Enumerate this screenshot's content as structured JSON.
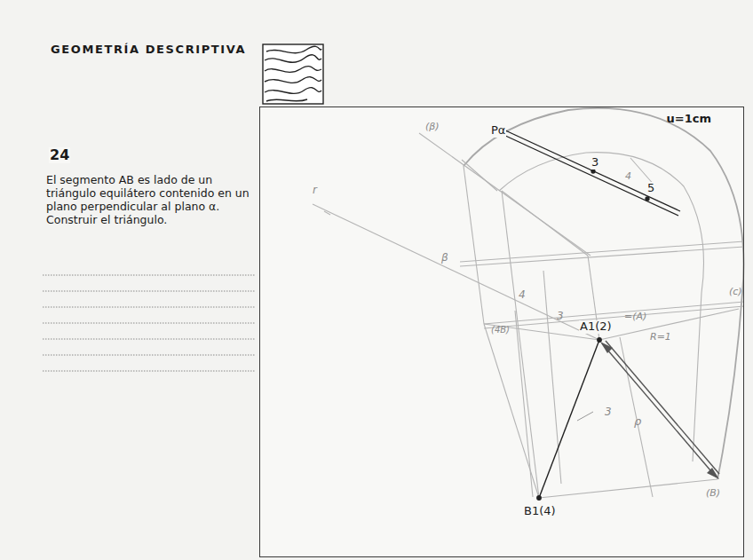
{
  "diagram": {
    "title": "GEOMETRÍA DESCRIPTIVA",
    "nodes": [
      {
        "text": [
          "u=1cm"
        ]
      }
    ],
    "labels": [
      "24",
      "El segmento AB es lado de un triángulo equilátero contenido en un plano perpendicular al plano α. Construir el triángulo.",
      "Pα",
      "3",
      "5",
      "4",
      "(β)",
      "r",
      "β",
      "4",
      "3",
      "(4B)",
      "A1(2)",
      "=(A)",
      "R=1",
      "3",
      "ρ",
      "(c)",
      "(B)",
      "B1(4)"
    ]
  }
}
